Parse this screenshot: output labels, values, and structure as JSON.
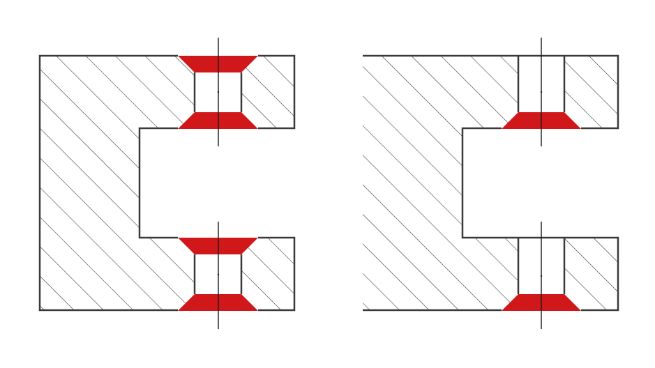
{
  "colors": {
    "background": "#ffffff",
    "outline": "#3a3a3a",
    "hatch": "#2a2a2a",
    "chamfer": "#d0181b",
    "center_line": "#1a1a1a"
  },
  "views": [
    {
      "name": "left-view",
      "chamfer_sides": "both-sides",
      "holes": 2
    },
    {
      "name": "right-view",
      "chamfer_sides": "inner-side-only",
      "holes": 2
    }
  ]
}
